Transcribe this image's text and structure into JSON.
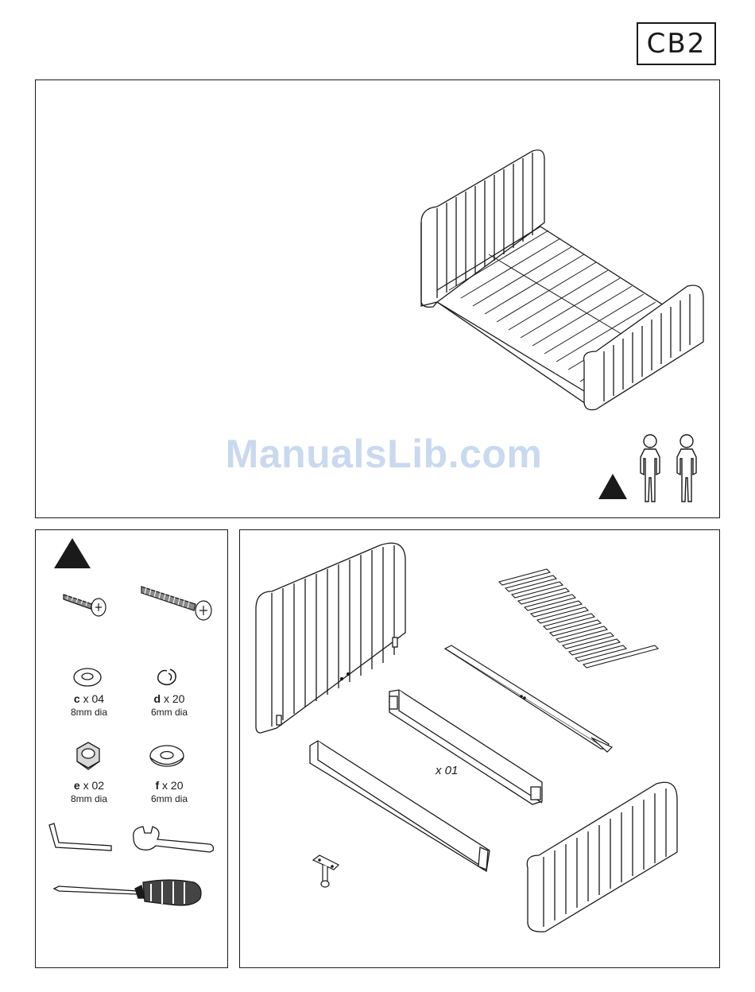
{
  "brand": {
    "logo_text": "CB2"
  },
  "watermark": "ManualsLib.com",
  "hardware": [
    {
      "letter": "c",
      "qty": " x 04",
      "size": "8mm dia"
    },
    {
      "letter": "d",
      "qty": " x 20",
      "size": "6mm dia"
    },
    {
      "letter": "e",
      "qty": " x 02",
      "size": "8mm dia"
    },
    {
      "letter": "f",
      "qty": " x 20",
      "size": "6mm dia"
    }
  ],
  "parts": {
    "rail_quantity": "x 01"
  },
  "icons": {
    "top_warning": "warning-triangle-icon",
    "people": "two-person-assembly-icon",
    "hw_warning": "warning-triangle-icon"
  }
}
